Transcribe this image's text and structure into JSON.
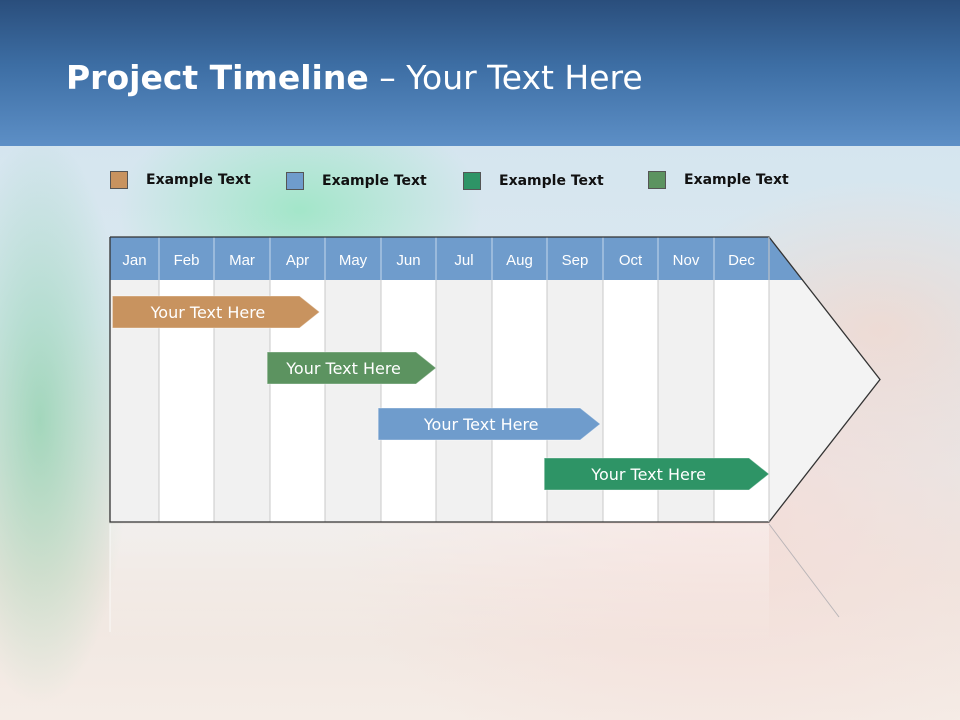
{
  "slide": {
    "title_bold": "Project Timeline",
    "title_rest": " – Your Text Here"
  },
  "legend": [
    {
      "label": "Example Text",
      "color": "#c8935f"
    },
    {
      "label": "Example Text",
      "color": "#6f9ccc"
    },
    {
      "label": "Example Text",
      "color": "#2e9466"
    },
    {
      "label": "Example Text",
      "color": "#5c9360"
    }
  ],
  "chart_data": {
    "type": "gantt",
    "months": [
      "Jan",
      "Feb",
      "Mar",
      "Apr",
      "May",
      "Jun",
      "Jul",
      "Aug",
      "Sep",
      "Oct",
      "Nov",
      "Dec"
    ],
    "tasks": [
      {
        "label": "Your  Text Here",
        "start": 0.05,
        "end": 3.9,
        "color": "#c8935f"
      },
      {
        "label": "Your  Text Here",
        "start": 2.95,
        "end": 6.0,
        "color": "#5c9360"
      },
      {
        "label": "Your  Text Here",
        "start": 4.95,
        "end": 8.95,
        "color": "#6f9ccc"
      },
      {
        "label": "Your  Text Here",
        "start": 7.95,
        "end": 12.0,
        "color": "#2e9466"
      }
    ],
    "colors": {
      "header": "#6f9ccc",
      "column_shaded": "#f1f1f1",
      "column_plain": "#ffffff",
      "gridline": "#c9c9c9",
      "outline": "#333333"
    }
  }
}
